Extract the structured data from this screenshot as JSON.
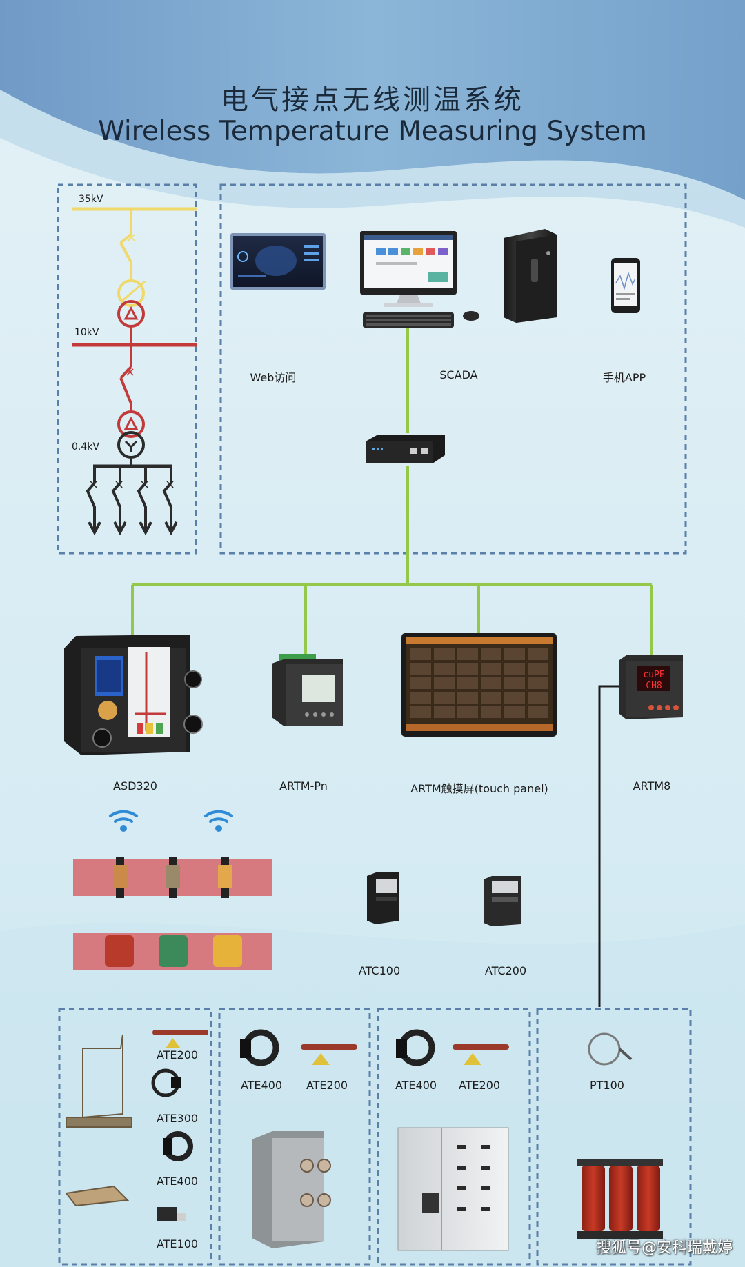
{
  "title": {
    "cn": "电气接点无线测温系统",
    "en": "Wireless Temperature Measuring System"
  },
  "voltages": [
    "35kV",
    "10kV",
    "0.4kV"
  ],
  "platforms": [
    {
      "label": "Web访问",
      "icon": "web-dashboard-icon"
    },
    {
      "label": "SCADA",
      "icon": "scada-workstation-icon"
    },
    {
      "label": "手机APP",
      "icon": "mobile-phone-icon"
    }
  ],
  "devices": [
    {
      "label": "ASD320"
    },
    {
      "label": "ARTM-Pn"
    },
    {
      "label": "ARTM触摸屏(touch panel)"
    },
    {
      "label": "ARTM8"
    }
  ],
  "artm8_display": [
    "cuPE",
    "CH8"
  ],
  "collectors": [
    {
      "label": "ATC100"
    },
    {
      "label": "ATC200"
    }
  ],
  "sensor_groups": [
    {
      "labels": [
        "ATE200",
        "ATE300",
        "ATE400",
        "ATE100"
      ]
    },
    {
      "labels": [
        "ATE400",
        "ATE200"
      ]
    },
    {
      "labels": [
        "ATE400",
        "ATE200"
      ]
    },
    {
      "labels": [
        "PT100"
      ]
    }
  ],
  "watermark": "搜狐号@安科瑞戴婷",
  "colors": {
    "bus_35kv": "#f0d96a",
    "bus_10kv": "#c23a3a",
    "bus_04kv": "#2b2b2b",
    "network_line": "#94c84a",
    "dashed_border": "#5a7fa8",
    "busbar_band": "#d77a80"
  }
}
